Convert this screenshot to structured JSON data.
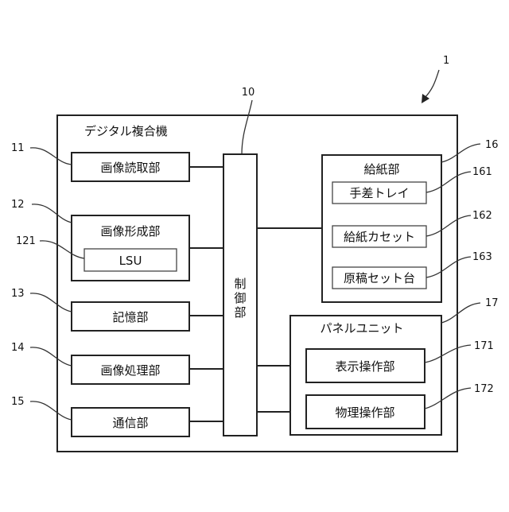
{
  "refs": {
    "device": "1",
    "controller": "10",
    "reader": "11",
    "former": "12",
    "lsu": "121",
    "storage": "13",
    "processor": "14",
    "comm": "15",
    "feed": "16",
    "manual_tray": "161",
    "cassette": "162",
    "doc_table": "163",
    "panel": "17",
    "display_op": "171",
    "physical_op": "172"
  },
  "labels": {
    "device": "デジタル複合機",
    "controller_chars": [
      "制",
      "御",
      "部"
    ],
    "reader": "画像読取部",
    "former": "画像形成部",
    "lsu": "LSU",
    "storage": "記憶部",
    "processor": "画像処理部",
    "comm": "通信部",
    "feed": "給紙部",
    "manual_tray": "手差トレイ",
    "cassette": "給紙カセット",
    "doc_table": "原稿セット台",
    "panel": "パネルユニット",
    "display_op": "表示操作部",
    "physical_op": "物理操作部"
  }
}
